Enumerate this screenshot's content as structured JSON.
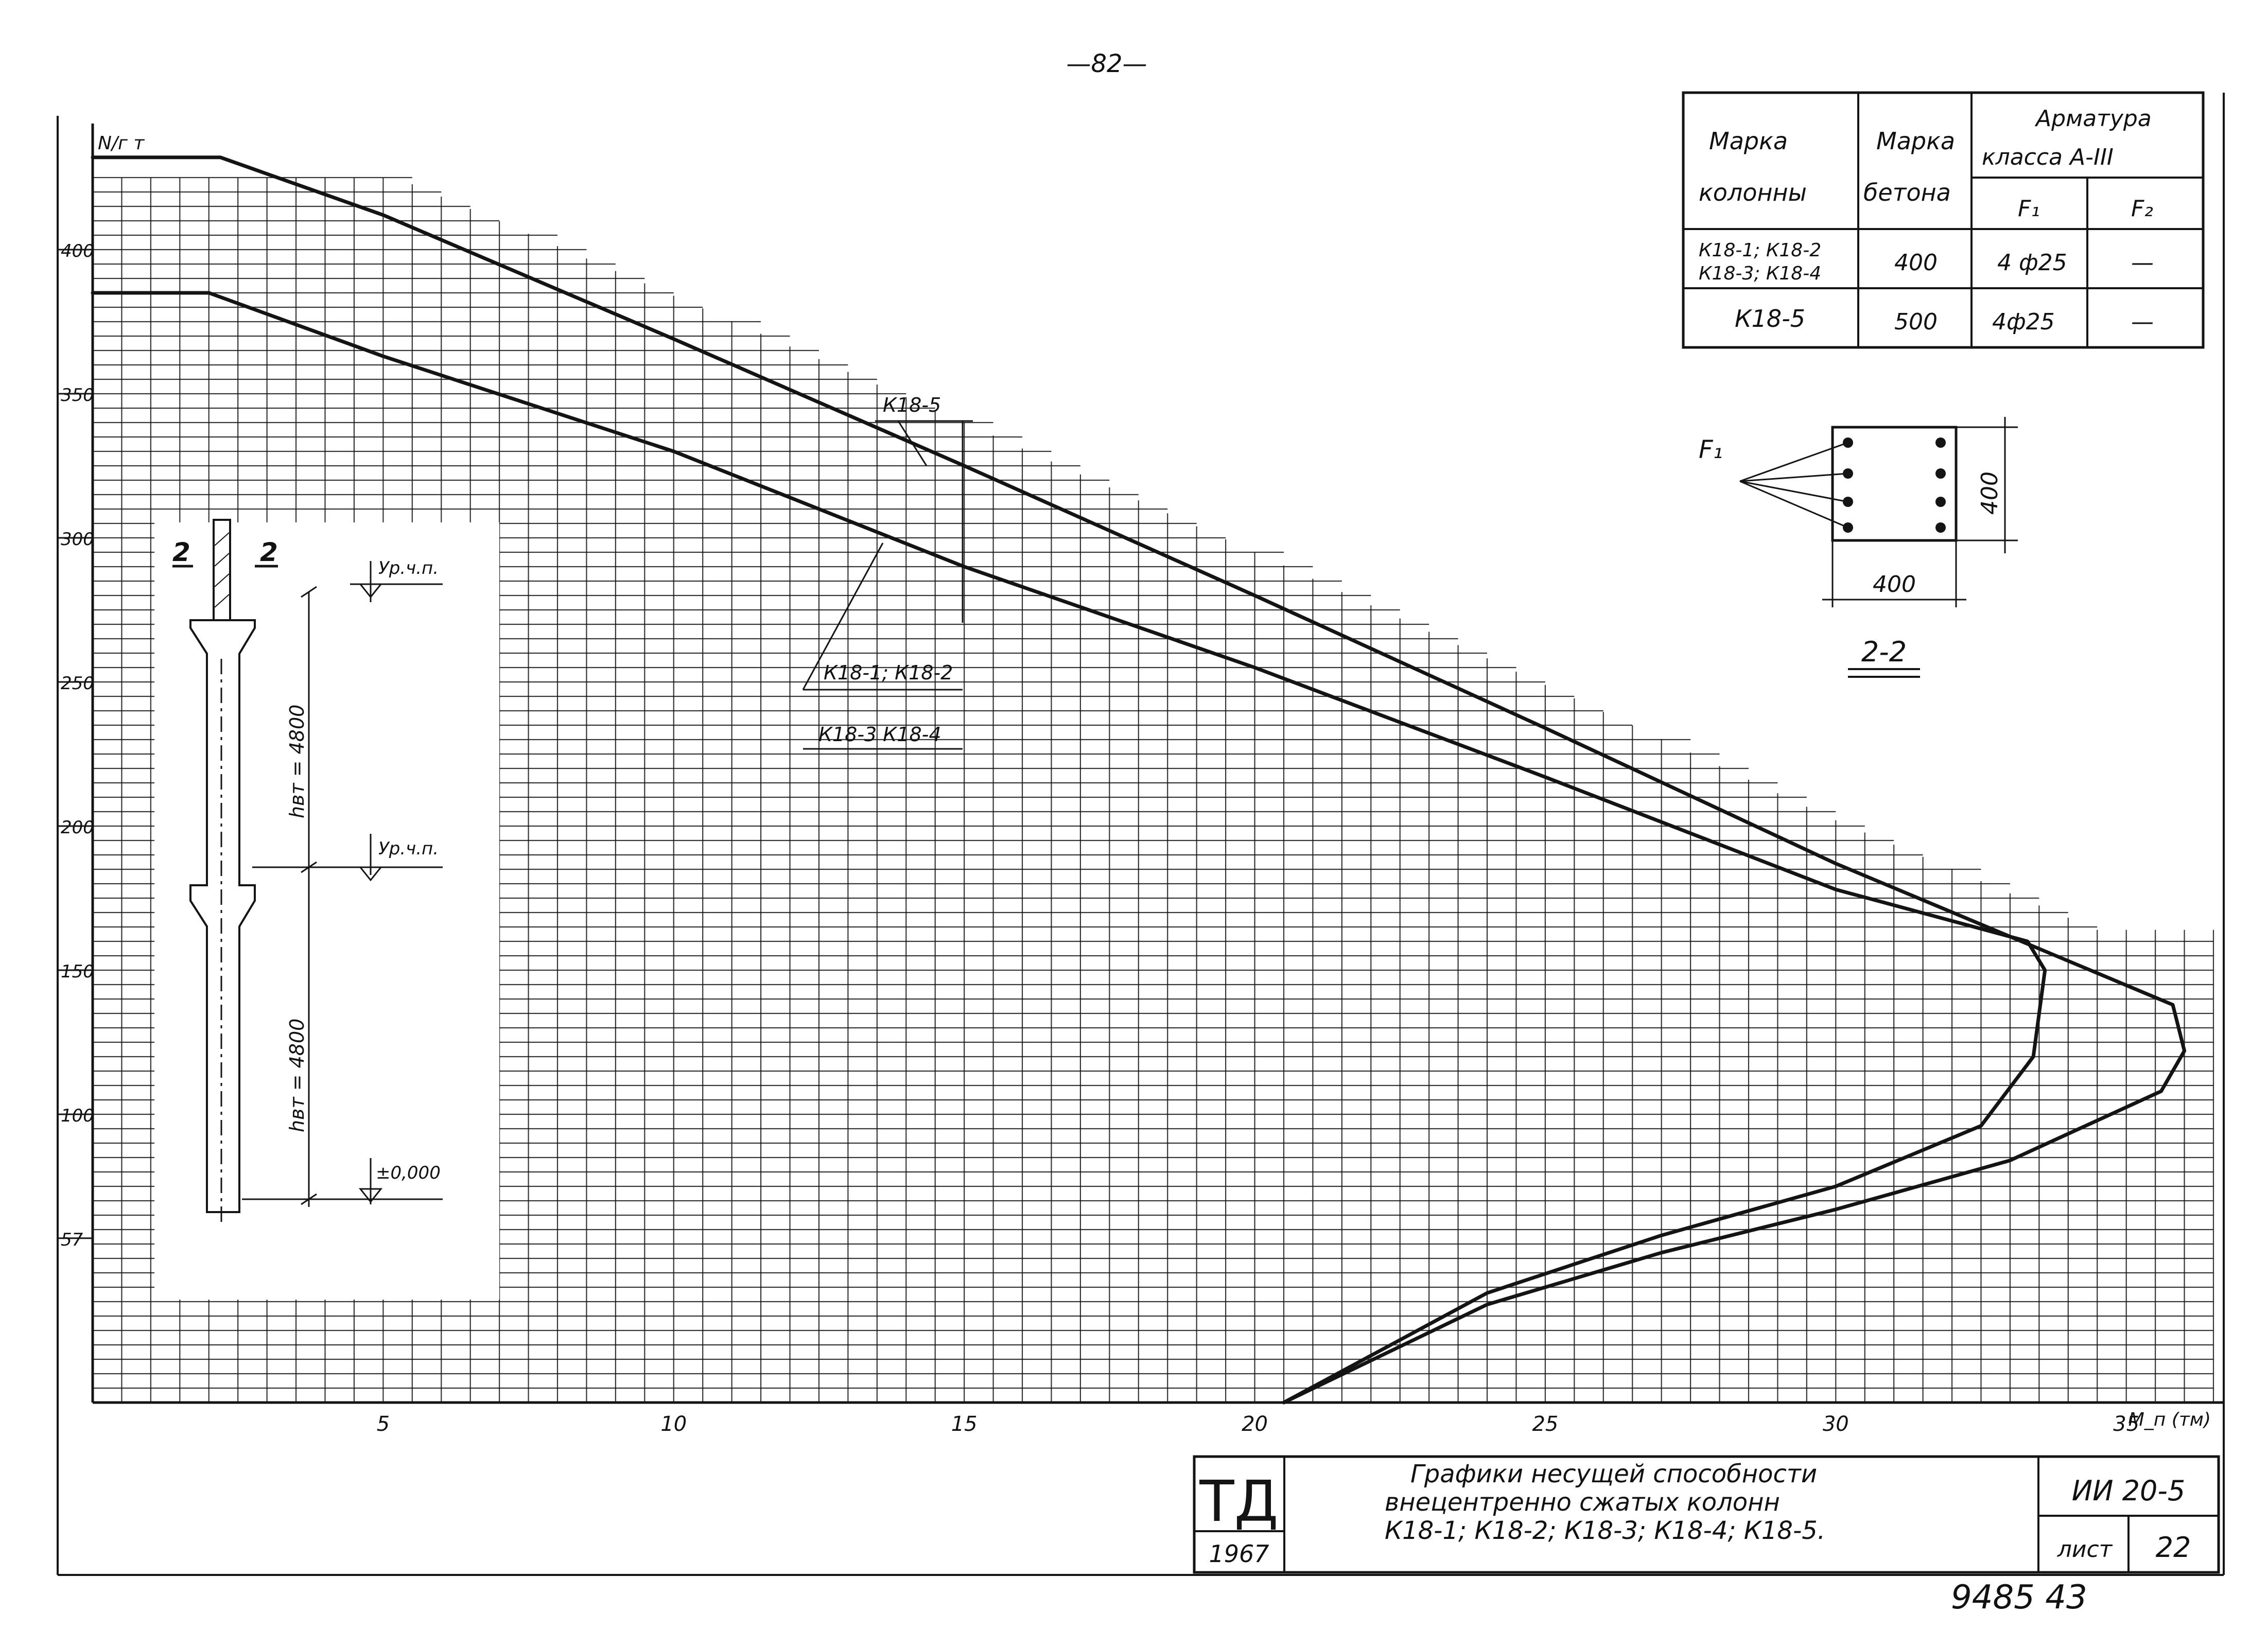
{
  "page_number": "—82—",
  "ink_color": "#141414",
  "paper_color": "#ffffff",
  "chart_data": {
    "type": "line",
    "title": "",
    "ylabel": "N/г т",
    "xlabel": "M_п (тм)",
    "xlim": [
      0,
      36.5
    ],
    "ylim": [
      0,
      445
    ],
    "y_ticks": [
      57,
      100,
      150,
      200,
      250,
      300,
      350,
      400
    ],
    "y_tick_labels": [
      "57",
      "100",
      "150",
      "200",
      "250",
      "300",
      "350",
      "400"
    ],
    "x_ticks": [
      5,
      10,
      15,
      20,
      25,
      30,
      35
    ],
    "x_tick_labels": [
      "5",
      "10",
      "15",
      "20",
      "25",
      "30",
      "35"
    ],
    "grid": true,
    "series": [
      {
        "name": "К18-5",
        "x": [
          0,
          2.2,
          5,
          10,
          15,
          20,
          25,
          30,
          34.5,
          35.8,
          36.0,
          35.6,
          33.0,
          30.0,
          27.0,
          24.0,
          20.5
        ],
        "y": [
          432,
          432,
          412,
          369,
          325,
          280,
          234,
          187,
          149,
          138,
          122,
          108,
          84,
          67,
          52,
          34,
          0
        ]
      },
      {
        "name": "К18-1; К18-2",
        "x": [
          0,
          2.0,
          5,
          10,
          15,
          20,
          25,
          30,
          33.3,
          33.6,
          33.4,
          32.5,
          30.0,
          27.0,
          24.0,
          20.5
        ],
        "y": [
          385,
          385,
          363,
          330,
          290,
          255,
          217,
          178,
          160,
          150,
          120,
          96,
          75,
          58,
          38,
          0
        ]
      }
    ],
    "curve_labels": [
      "К18-5",
      "К18-1; К18-2",
      "К18-3   К18-4"
    ]
  },
  "table": {
    "headers": {
      "col1_line1": "Марка",
      "col1_line2": "колонны",
      "col2_line1": "Марка",
      "col2_line2": "бетона",
      "col3_title_line1": "Арматура",
      "col3_title_line2": "класса  А-III",
      "sub_f1": "F₁",
      "sub_f2": "F₂"
    },
    "rows": [
      {
        "mark_line1": "К18-1; К18-2",
        "mark_line2": "К18-3; К18-4",
        "concrete": "400",
        "f1": "4 ф25",
        "f2": "—"
      },
      {
        "mark_line1": "К18-5",
        "mark_line2": "",
        "concrete": "500",
        "f1": "4ф25",
        "f2": "—"
      }
    ]
  },
  "section": {
    "rebar_label": "F₁",
    "height_dim": "400",
    "width_dim": "400",
    "title": "2-2"
  },
  "column_sketch": {
    "section_mark_left": "2",
    "section_mark_right": "2",
    "level_top": "Ур.ч.п.",
    "level_mid": "Ур.ч.п.",
    "level_zero": "±0,000",
    "height_upper": "hвт = 4800",
    "height_lower": "hвт = 4800"
  },
  "title_block": {
    "logo": "ТД",
    "year": "1967",
    "description_line1": "Графики   несущей   способности",
    "description_line2": "внецентренно   сжатых   колонн",
    "description_line3": "К18-1;  К18-2;  К18-3;  К18-4;  К18-5.",
    "doc_code": "ИИ 20-5",
    "sheet_label": "лист",
    "sheet_number": "22",
    "archive_number": "9485   43"
  }
}
